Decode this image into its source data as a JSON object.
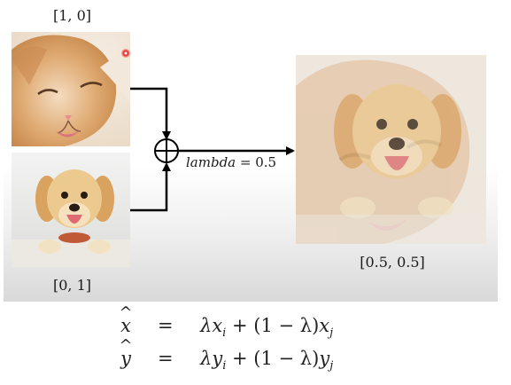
{
  "diagram": {
    "cat_label": "[1, 0]",
    "dog_label": "[0, 1]",
    "mix_label": "[0.5, 0.5]",
    "lambda_name": "lambda",
    "lambda_rest": " = 0.5",
    "operator_symbol": "⊕"
  },
  "images": {
    "cat": "orange cat face, eyes closed",
    "dog": "golden retriever puppy, mouth open",
    "mix": "cat and puppy blended 50/50"
  },
  "equations": [
    {
      "lhs": "x",
      "eq": "=",
      "rhs": [
        "λ",
        "x",
        "i",
        " + (1 − λ)",
        "x",
        "j"
      ]
    },
    {
      "lhs": "y",
      "eq": "=",
      "rhs": [
        "λ",
        "y",
        "i",
        " + (1 − λ)",
        "y",
        "j"
      ]
    }
  ],
  "colors": {
    "arrow": "#000000",
    "text": "#1b1b1b",
    "cat_fur": "#d9a46e",
    "dog_fur": "#e8c48c"
  }
}
